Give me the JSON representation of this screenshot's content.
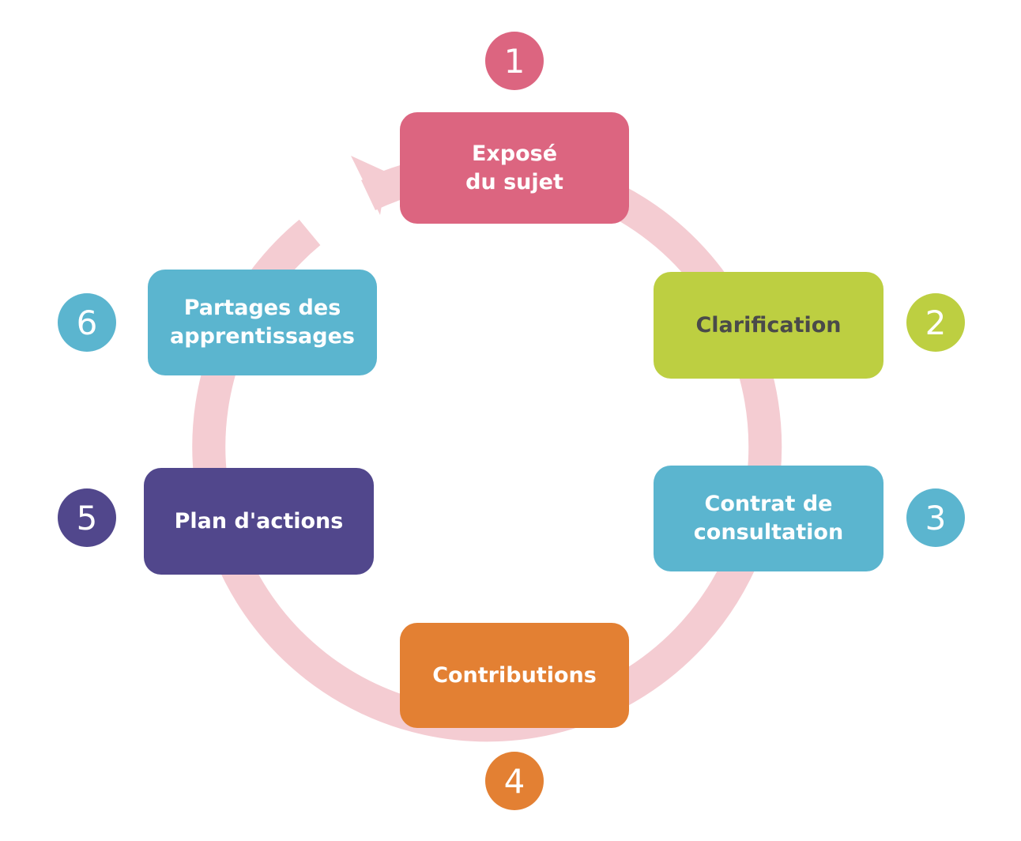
{
  "diagram": {
    "type": "cycle",
    "ring_color": "#F4CCD2",
    "steps": [
      {
        "number": "1",
        "label": "Exposé\ndu sujet",
        "color": "#DC6580",
        "text_color": "#FFFFFF"
      },
      {
        "number": "2",
        "label": "Clarification",
        "color": "#BDCF41",
        "text_color": "#4A4A4A"
      },
      {
        "number": "3",
        "label": "Contrat de\nconsultation",
        "color": "#5BB5CF",
        "text_color": "#FFFFFF"
      },
      {
        "number": "4",
        "label": "Contributions",
        "color": "#E38033",
        "text_color": "#FFFFFF"
      },
      {
        "number": "5",
        "label": "Plan d'actions",
        "color": "#51478C",
        "text_color": "#FFFFFF"
      },
      {
        "number": "6",
        "label": "Partages des\napprentissages",
        "color": "#5BB5CF",
        "text_color": "#FFFFFF"
      }
    ]
  }
}
